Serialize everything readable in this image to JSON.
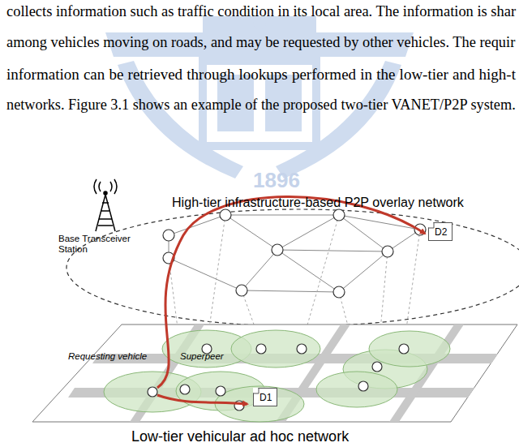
{
  "diagram": {
    "nodes": [
      {
        "text": [
          "D2"
        ]
      },
      {
        "text": [
          "D1"
        ]
      }
    ],
    "labels": [
      "collects information such as traffic condition in its local area. The information is shar",
      "among vehicles moving on roads, and may be requested by other vehicles. The requir",
      "information can be retrieved through lookups performed in the low-tier and high-t",
      "networks. Figure 3.1 shows an example of the proposed two-tier VANET/P2P system.",
      "1896",
      "High-tier infrastructure-based P2P overlay network",
      "Base Transceiver Station",
      "Requesting vehicle",
      "Superpeer",
      "Low-tier vehicular ad hoc network"
    ]
  }
}
